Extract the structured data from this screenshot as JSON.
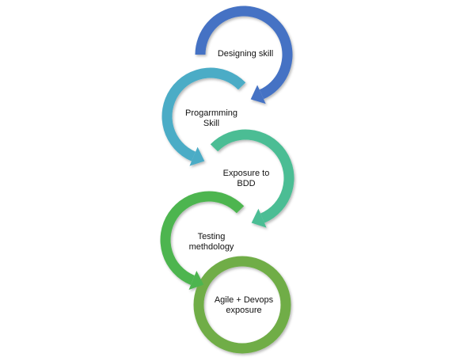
{
  "diagram": {
    "type": "circular-arrow-process",
    "steps": [
      {
        "lines": [
          "Designing skill"
        ],
        "color": "#4472C4"
      },
      {
        "lines": [
          "Progarmming",
          "Skill"
        ],
        "color": "#4BACC6"
      },
      {
        "lines": [
          "Exposure to",
          "BDD"
        ],
        "color": "#4BBD94"
      },
      {
        "lines": [
          "Testing",
          "methdology"
        ],
        "color": "#4EB550"
      },
      {
        "lines": [
          "Agile + Devops",
          "exposure"
        ],
        "color": "#70AD47"
      }
    ]
  }
}
